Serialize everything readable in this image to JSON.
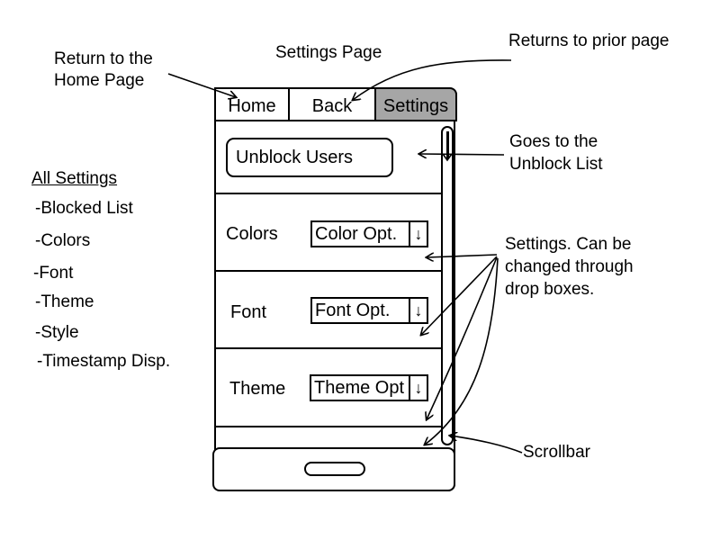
{
  "annotations": {
    "home_note_line1": "Return to the",
    "home_note_line2": "Home Page",
    "page_title": "Settings Page",
    "back_note": "Returns to prior page",
    "unblock_note_line1": "Goes to the",
    "unblock_note_line2": "Unblock List",
    "settings_note_line1": "Settings. Can be",
    "settings_note_line2": "changed through",
    "settings_note_line3": "drop boxes.",
    "scrollbar_note": "Scrollbar"
  },
  "all_settings": {
    "heading": "All Settings",
    "items": [
      "-Blocked List",
      "-Colors",
      "-Font",
      "-Theme",
      "-Style",
      "-Timestamp Disp."
    ]
  },
  "phone": {
    "tabs": {
      "home": "Home",
      "back": "Back",
      "settings": "Settings"
    },
    "unblock_button": "Unblock Users",
    "rows": {
      "colors_label": "Colors",
      "colors_value": "Color Opt.",
      "font_label": "Font",
      "font_value": "Font Opt.",
      "theme_label": "Theme",
      "theme_value": "Theme Opt"
    },
    "dropdown_arrow": "↓"
  },
  "colors": {
    "active_tab": "#a6a6a6",
    "outline": "#000000",
    "background": "#ffffff"
  },
  "icons": [
    "down-arrow-icon",
    "scroll-thumb",
    "home-button"
  ]
}
